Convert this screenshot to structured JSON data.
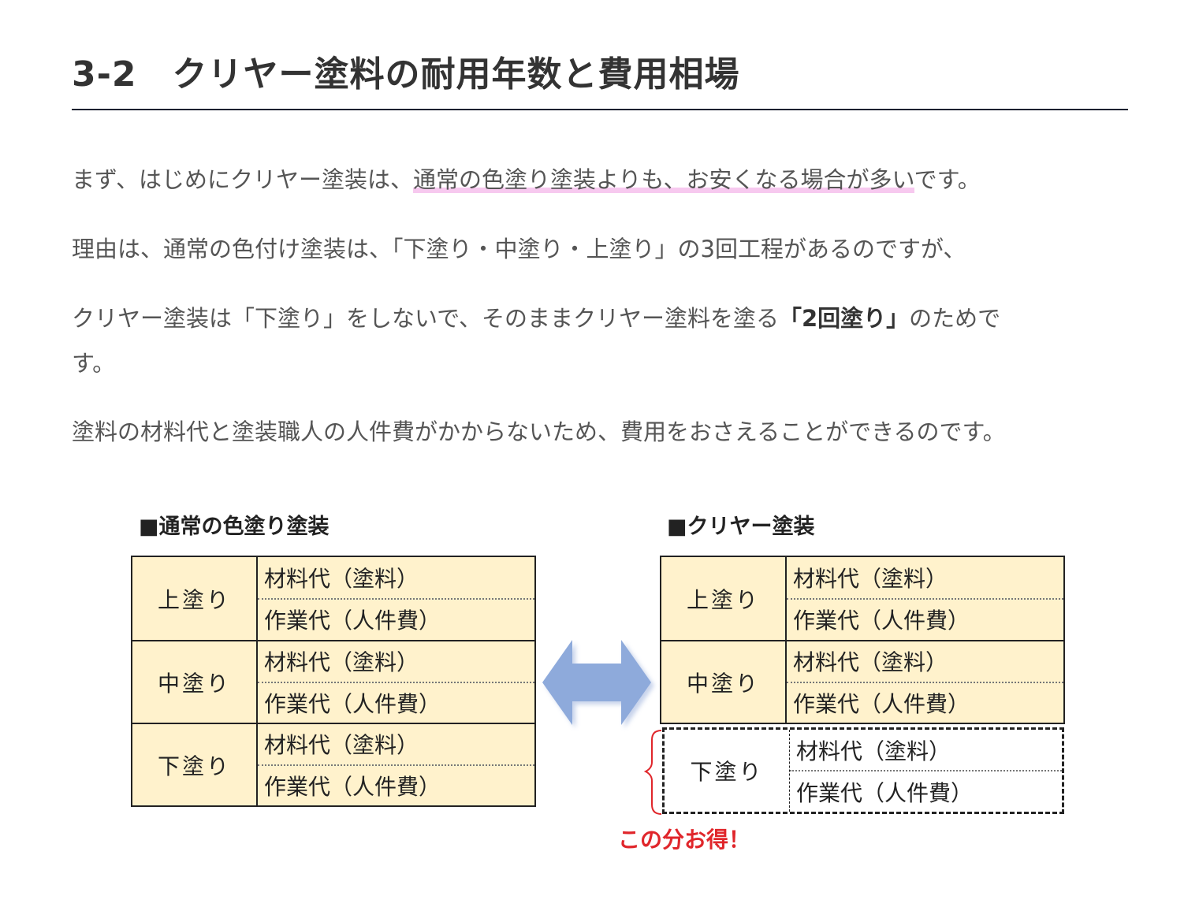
{
  "heading": "3-2　クリヤー塗料の耐用年数と費用相場",
  "paragraphs": {
    "p1_before": "まず、はじめにクリヤー塗装は、",
    "p1_highlight": "通常の色塗り塗装よりも、お安くなる場合が多い",
    "p1_after": "です。",
    "p2": "理由は、通常の色付け塗装は、「下塗り・中塗り・上塗り」の3回工程があるのですが、",
    "p3_before": "クリヤー塗装は「下塗り」をしないで、そのままクリヤー塗料を塗る",
    "p3_strong": "「2回塗り」",
    "p3_after": "のためで",
    "p3_line2": "す。",
    "p4": "塗料の材料代と塗装職人の人件費がかからないため、費用をおさえることができるのです。"
  },
  "figure": {
    "left_title": "■通常の色塗り塗装",
    "right_title": "■クリヤー塗装",
    "left_groups": [
      {
        "label": "上塗り",
        "rows": [
          "材料代（塗料）",
          "作業代（人件費）"
        ]
      },
      {
        "label": "中塗り",
        "rows": [
          "材料代（塗料）",
          "作業代（人件費）"
        ]
      },
      {
        "label": "下塗り",
        "rows": [
          "材料代（塗料）",
          "作業代（人件費）"
        ]
      }
    ],
    "right_groups": [
      {
        "label": "上塗り",
        "rows": [
          "材料代（塗料）",
          "作業代（人件費）"
        ]
      },
      {
        "label": "中塗り",
        "rows": [
          "材料代（塗料）",
          "作業代（人件費）"
        ]
      }
    ],
    "omitted_group": {
      "label": "下塗り",
      "rows": [
        "材料代（塗料）",
        "作業代（人件費）"
      ]
    },
    "savings_label": "この分お得！",
    "colors": {
      "cell_fill": "#fff2cc",
      "arrow": "#8eaadb",
      "savings": "#e0262b",
      "highlight": "#f7c9ef"
    }
  }
}
